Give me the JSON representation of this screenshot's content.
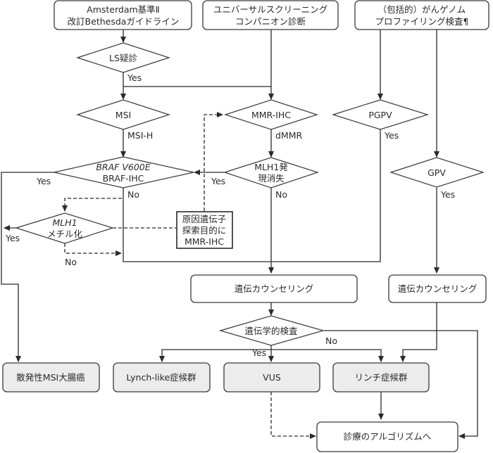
{
  "nodes": {
    "amsterdam": {
      "lines": [
        "Amsterdam基準Ⅱ",
        "改訂Bethesdaガイドライン"
      ]
    },
    "universal": {
      "lines": [
        "ユニバーサルスクリーニング",
        "コンパニオン診断"
      ]
    },
    "genome": {
      "lines": [
        "（包括的）がんゲノム",
        "プロファイリング検査¶"
      ]
    },
    "ls_suspect": {
      "lines": [
        "LS疑診"
      ]
    },
    "msi": {
      "lines": [
        "MSI"
      ]
    },
    "mmr_ihc": {
      "lines": [
        "MMR-IHC"
      ]
    },
    "pgpv": {
      "lines": [
        "PGPV"
      ]
    },
    "braf": {
      "lines": [
        "BRAF V600E",
        "BRAF-IHC"
      ]
    },
    "mlh1_loss": {
      "lines": [
        "MLH1発",
        "現消失"
      ]
    },
    "gpv": {
      "lines": [
        "GPV"
      ]
    },
    "mlh1_methyl": {
      "lines": [
        "MLH1",
        "メチル化"
      ]
    },
    "cause_gene": {
      "lines": [
        "原因遺伝子",
        "探索目的に",
        "MMR-IHC"
      ]
    },
    "counseling_main": {
      "lines": [
        "遺伝カウンセリング"
      ]
    },
    "counseling_right": {
      "lines": [
        "遺伝カウンセリング"
      ]
    },
    "genetic_test": {
      "lines": [
        "遺伝学的検査"
      ]
    },
    "sporadic": {
      "lines": [
        "散発性MSI大腸癌"
      ]
    },
    "lynch_like": {
      "lines": [
        "Lynch-like症候群"
      ]
    },
    "vus": {
      "lines": [
        "VUS"
      ]
    },
    "lynch": {
      "lines": [
        "リンチ症候群"
      ]
    },
    "algorithm": {
      "lines": [
        "診療のアルゴリズムへ"
      ]
    }
  },
  "edge_labels": {
    "ls_yes": "Yes",
    "msi_h": "MSI-H",
    "dmmr": "dMMR",
    "pgpv_yes": "Yes",
    "braf_yes": "Yes",
    "braf_no": "No",
    "mlh1_loss_yes": "Yes",
    "mlh1_loss_no": "No",
    "gpv_yes": "Yes",
    "methyl_yes": "Yes",
    "methyl_no": "No",
    "test_yes": "Yes",
    "test_no": "No"
  },
  "colors": {
    "line": "#2a2a2a",
    "terminal_fill": "#ececec",
    "box_fill": "#ffffff"
  }
}
